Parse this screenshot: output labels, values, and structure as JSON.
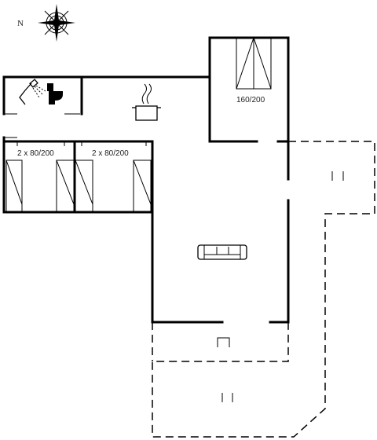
{
  "compass": {
    "north_label": "N",
    "icon": "compass-rose-icon"
  },
  "rooms": {
    "bedroom_double": {
      "label": "160/200"
    },
    "bedroom_twin_1": {
      "label": "2 x 80/200"
    },
    "bedroom_twin_2": {
      "label": "2 x 80/200"
    }
  },
  "icons": {
    "bathroom": [
      "shower-icon",
      "toilet-icon"
    ],
    "kitchen": "cooking-pot-icon",
    "living": "sofa-icon",
    "terraces": [
      "garden-chairs-icon",
      "garden-chair-icon",
      "garden-chairs-icon"
    ]
  },
  "colors": {
    "wall": "#000000",
    "background": "#ffffff"
  }
}
